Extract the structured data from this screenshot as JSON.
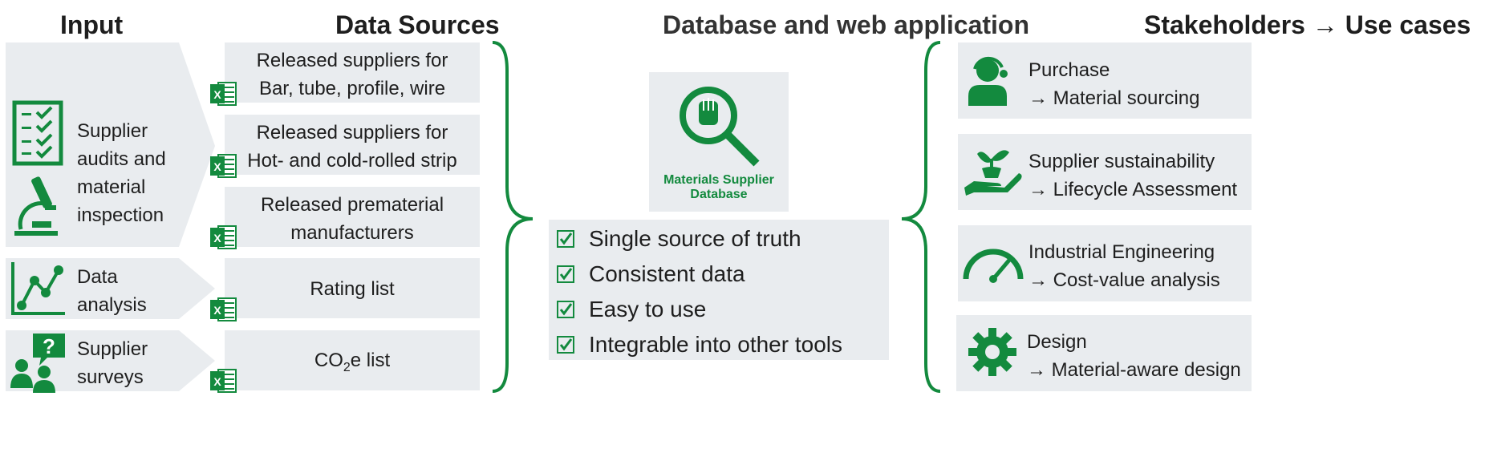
{
  "colors": {
    "accent": "#138a3e",
    "box": "#e9ecef",
    "text": "#1e1e1e"
  },
  "headers": {
    "input": "Input",
    "data_sources": "Data Sources",
    "database": "Database and web application",
    "stakeholders": "Stakeholders → Use cases"
  },
  "inputs": [
    {
      "label": "Supplier audits and material inspection",
      "lines": [
        "Supplier",
        "audits and",
        "material",
        "inspection"
      ],
      "icons": [
        "checklist-icon",
        "microscope-icon"
      ]
    },
    {
      "label": "Data analysis",
      "lines": [
        "Data",
        "analysis"
      ],
      "icons": [
        "line-chart-icon"
      ]
    },
    {
      "label": "Supplier surveys",
      "lines": [
        "Supplier",
        "surveys"
      ],
      "icons": [
        "survey-people-icon"
      ]
    }
  ],
  "sources": [
    {
      "lines": [
        "Released suppliers for",
        "Bar, tube, profile, wire"
      ],
      "icon": "excel-icon"
    },
    {
      "lines": [
        "Released suppliers for",
        "Hot- and cold-rolled strip"
      ],
      "icon": "excel-icon"
    },
    {
      "lines": [
        "Released prematerial",
        "manufacturers"
      ],
      "icon": "excel-icon"
    },
    {
      "lines": [
        "Rating list"
      ],
      "icon": "excel-icon"
    },
    {
      "pre": "CO",
      "sub": "2",
      "post": "e list",
      "icon": "excel-icon"
    }
  ],
  "database": {
    "logo_lines": [
      "Materials Supplier",
      "Database"
    ],
    "logo_icon": "magnifier-glove-icon",
    "features": [
      "Single source of truth",
      "Consistent data",
      "Easy to use",
      "Integrable into other tools"
    ]
  },
  "stakeholders": [
    {
      "title": "Purchase",
      "use_case": "→ Material sourcing",
      "icon": "headset-person-icon"
    },
    {
      "title": "Supplier sustainability",
      "use_case": "→ Lifecycle Assessment",
      "icon": "hand-plant-icon"
    },
    {
      "title": "Industrial Engineering",
      "use_case": "→ Cost-value analysis",
      "icon": "gauge-icon"
    },
    {
      "title": "Design",
      "use_case": "→ Material-aware design",
      "icon": "gear-icon"
    }
  ]
}
